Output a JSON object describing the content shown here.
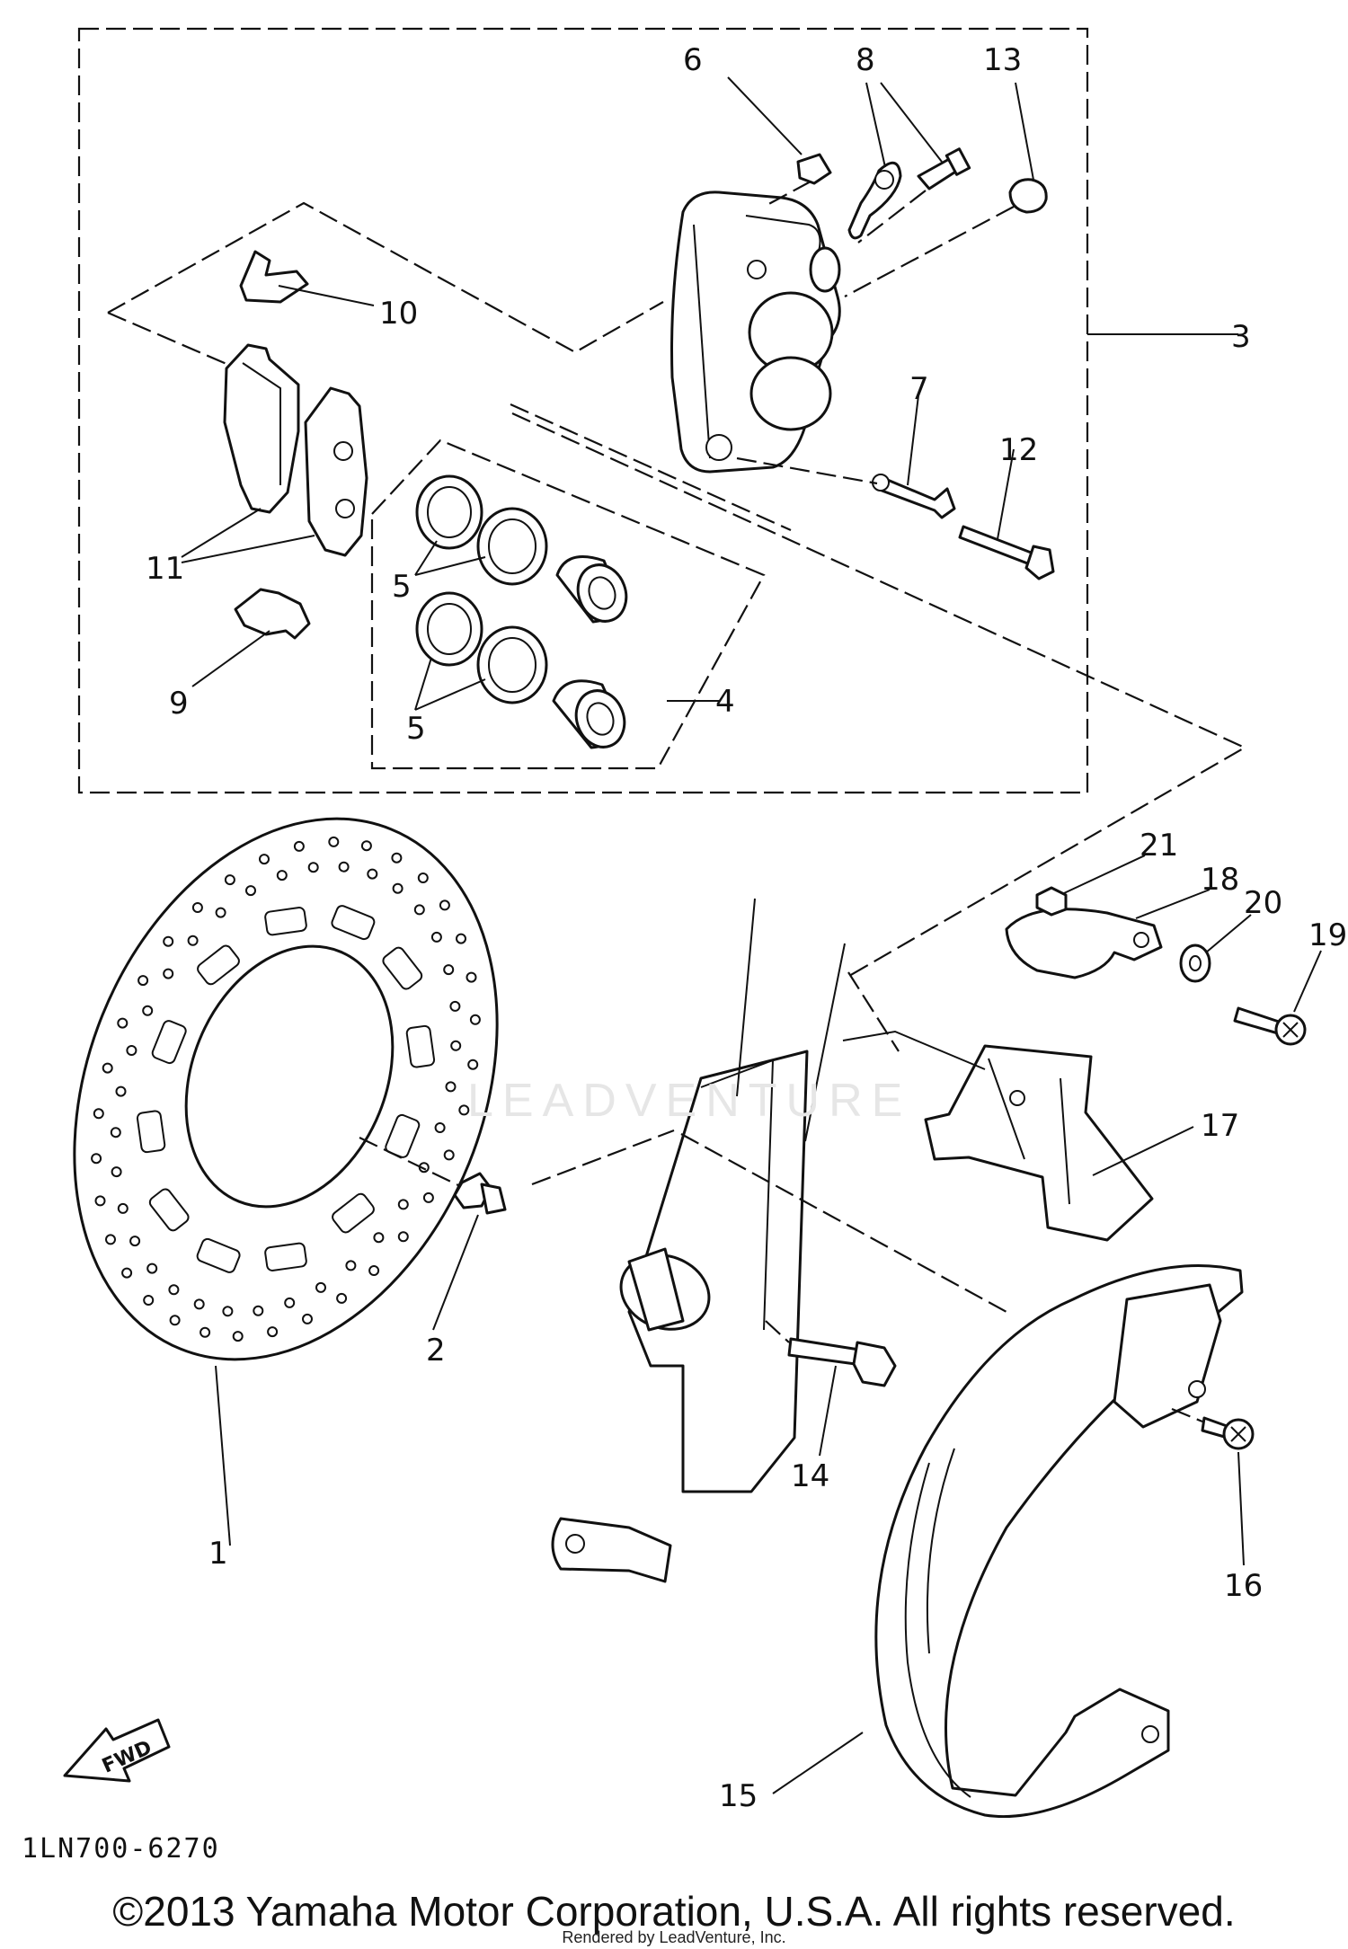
{
  "callouts": [
    {
      "id": "1",
      "label": "1"
    },
    {
      "id": "2",
      "label": "2"
    },
    {
      "id": "3",
      "label": "3"
    },
    {
      "id": "4",
      "label": "4"
    },
    {
      "id": "5a",
      "label": "5"
    },
    {
      "id": "5b",
      "label": "5"
    },
    {
      "id": "6",
      "label": "6"
    },
    {
      "id": "7",
      "label": "7"
    },
    {
      "id": "8",
      "label": "8"
    },
    {
      "id": "9",
      "label": "9"
    },
    {
      "id": "10",
      "label": "10"
    },
    {
      "id": "11",
      "label": "11"
    },
    {
      "id": "12",
      "label": "12"
    },
    {
      "id": "13",
      "label": "13"
    },
    {
      "id": "14",
      "label": "14"
    },
    {
      "id": "15",
      "label": "15"
    },
    {
      "id": "16",
      "label": "16"
    },
    {
      "id": "17",
      "label": "17"
    },
    {
      "id": "18",
      "label": "18"
    },
    {
      "id": "19",
      "label": "19"
    },
    {
      "id": "20",
      "label": "20"
    },
    {
      "id": "21",
      "label": "21"
    }
  ],
  "fwd_label": "FWD",
  "drawing_code": "1LN700-6270",
  "copyright": "©2013 Yamaha Motor Corporation, U.S.A. All rights reserved.",
  "rendered_by": "Rendered by LeadVenture, Inc.",
  "watermark": "LEADVENTURE"
}
